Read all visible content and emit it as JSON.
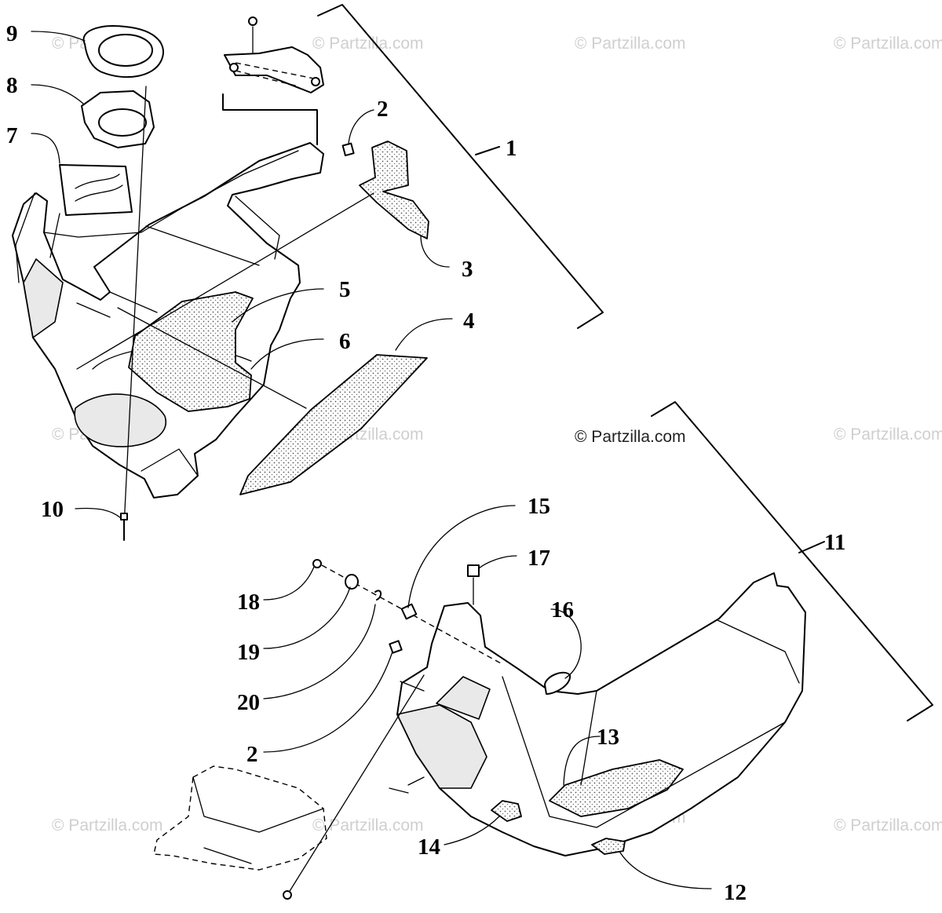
{
  "watermark": {
    "text": "© Partzilla.com"
  },
  "callouts": {
    "c1": "1",
    "c2a": "2",
    "c2b": "2",
    "c3": "3",
    "c4": "4",
    "c5": "5",
    "c6": "6",
    "c7": "7",
    "c8": "8",
    "c9": "9",
    "c10": "10",
    "c11": "11",
    "c12": "12",
    "c13": "13",
    "c14": "14",
    "c15": "15",
    "c16": "16",
    "c17": "17",
    "c18": "18",
    "c19": "19",
    "c20": "20"
  },
  "colors": {
    "line": "#000000",
    "watermark": "#cfcfcf",
    "background": "#ffffff"
  }
}
